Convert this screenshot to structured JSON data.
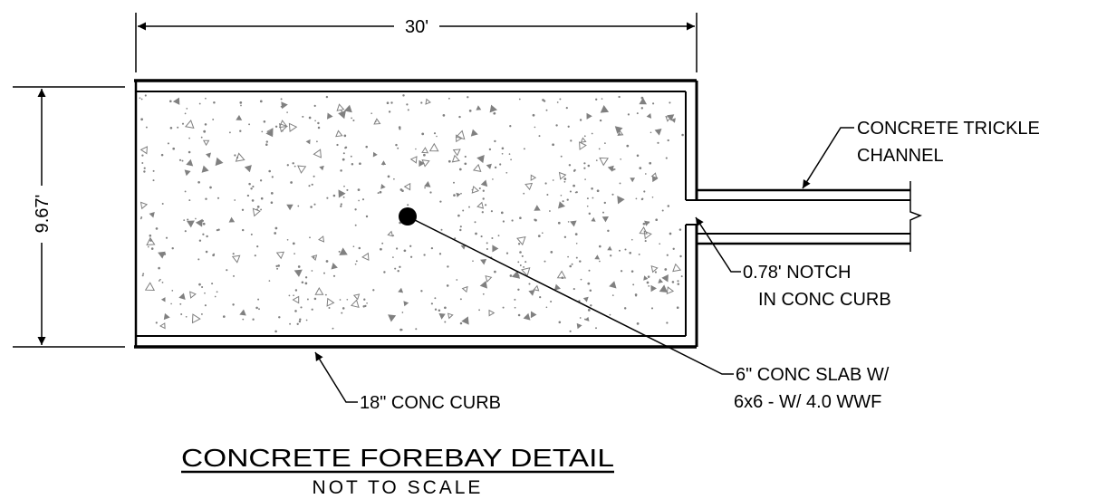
{
  "dimensions": {
    "width": "30'",
    "height": "9.67'"
  },
  "callouts": {
    "trickle_channel_line1": "CONCRETE TRICKLE",
    "trickle_channel_line2": "CHANNEL",
    "notch_line1": "0.78' NOTCH",
    "notch_line2": "IN CONC CURB",
    "slab_line1": "6\" CONC SLAB W/",
    "slab_line2": "6x6 - W/ 4.0 WWF",
    "curb": "18\" CONC CURB"
  },
  "title": {
    "main": "CONCRETE FOREBAY DETAIL",
    "sub": "NOT TO SCALE"
  },
  "colors": {
    "line": "#000000",
    "stipple": "#808080",
    "background": "#ffffff"
  }
}
